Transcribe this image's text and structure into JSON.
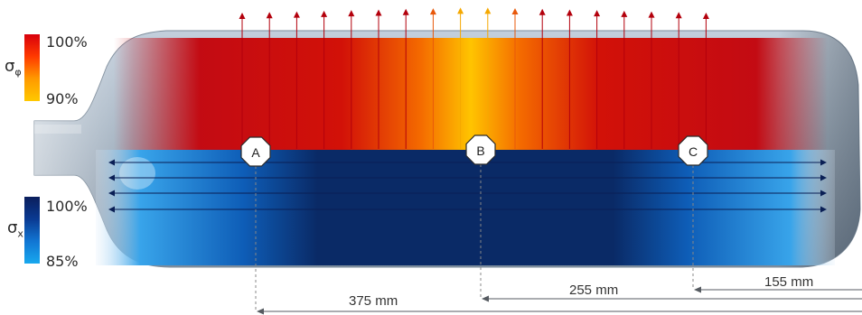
{
  "legend_hoop": {
    "symbol": "σ",
    "subscript": "φ",
    "max_label": "100%",
    "min_label": "90%",
    "gradient_colors": [
      "#d8000c",
      "#ff3a00",
      "#ff9a00",
      "#ffc800"
    ]
  },
  "legend_axial": {
    "symbol": "σ",
    "subscript": "x",
    "max_label": "100%",
    "min_label": "85%",
    "gradient_colors": [
      "#0b1e5c",
      "#0a3a92",
      "#1176d3",
      "#18a8ee"
    ]
  },
  "markers": [
    "A",
    "B",
    "C"
  ],
  "dimensions": [
    "375 mm",
    "255 mm",
    "155 mm"
  ],
  "colors": {
    "hoop_max": "#c80a12",
    "hoop_min": "#ffc200",
    "axial_max": "#0a2a66",
    "axial_min": "#1e8fe0",
    "vessel_metal": "#a9b7c5"
  }
}
